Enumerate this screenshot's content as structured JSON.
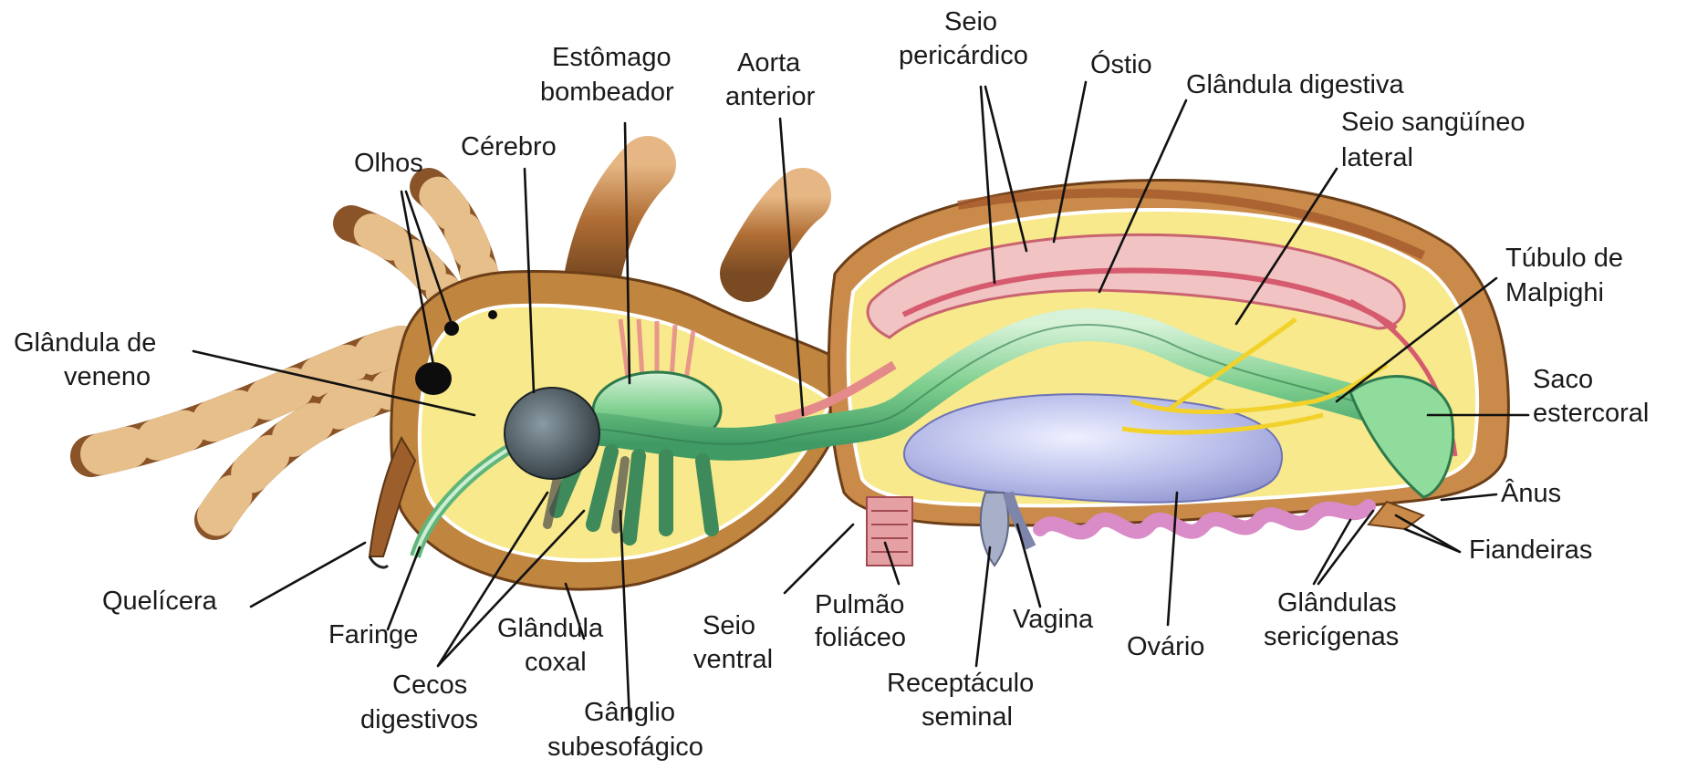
{
  "labels": {
    "olhos": "Olhos",
    "cerebro": "Cérebro",
    "estomago_1": "Estômago",
    "estomago_2": "bombeador",
    "aorta_1": "Aorta",
    "aorta_2": "anterior",
    "seio_peri_1": "Seio",
    "seio_peri_2": "pericárdico",
    "ostio": "Óstio",
    "glandula_digestiva": "Glândula digestiva",
    "seio_sang_1": "Seio sangüíneo",
    "seio_sang_2": "lateral",
    "tubulo_1": "Túbulo de",
    "tubulo_2": "Malpighi",
    "saco_1": "Saco",
    "saco_2": "estercoral",
    "anus": "Ânus",
    "fiandeiras": "Fiandeiras",
    "glandulas_seri_1": "Glândulas",
    "glandulas_seri_2": "sericígenas",
    "ovario": "Ovário",
    "vagina": "Vagina",
    "receptaculo_1": "Receptáculo",
    "receptaculo_2": "seminal",
    "pulmao_1": "Pulmão",
    "pulmao_2": "foliáceo",
    "seio_ventral_1": "Seio",
    "seio_ventral_2": "ventral",
    "ganglio_1": "Gânglio",
    "ganglio_2": "subesofágico",
    "glandula_coxal_1": "Glândula",
    "glandula_coxal_2": "coxal",
    "cecos_1": "Cecos",
    "cecos_2": "digestivos",
    "faringe": "Faringe",
    "quelicera": "Quelícera",
    "veneno_1": "Glândula de",
    "veneno_2": "veneno"
  },
  "colors": {
    "body_fill": "#f7e98c",
    "cuticle": "#c98a4a",
    "hair_dark": "#7a4a22",
    "hair_light": "#e0b07a",
    "gut_green": "#7fcf8f",
    "pink_vessel": "#e8889a",
    "ovary": "#b8bce8",
    "nerve_dark": "#3f4e55",
    "malpighi_yellow": "#f2d22a",
    "silk_gland": "#e6a0d6",
    "leader_line": "#111111"
  }
}
